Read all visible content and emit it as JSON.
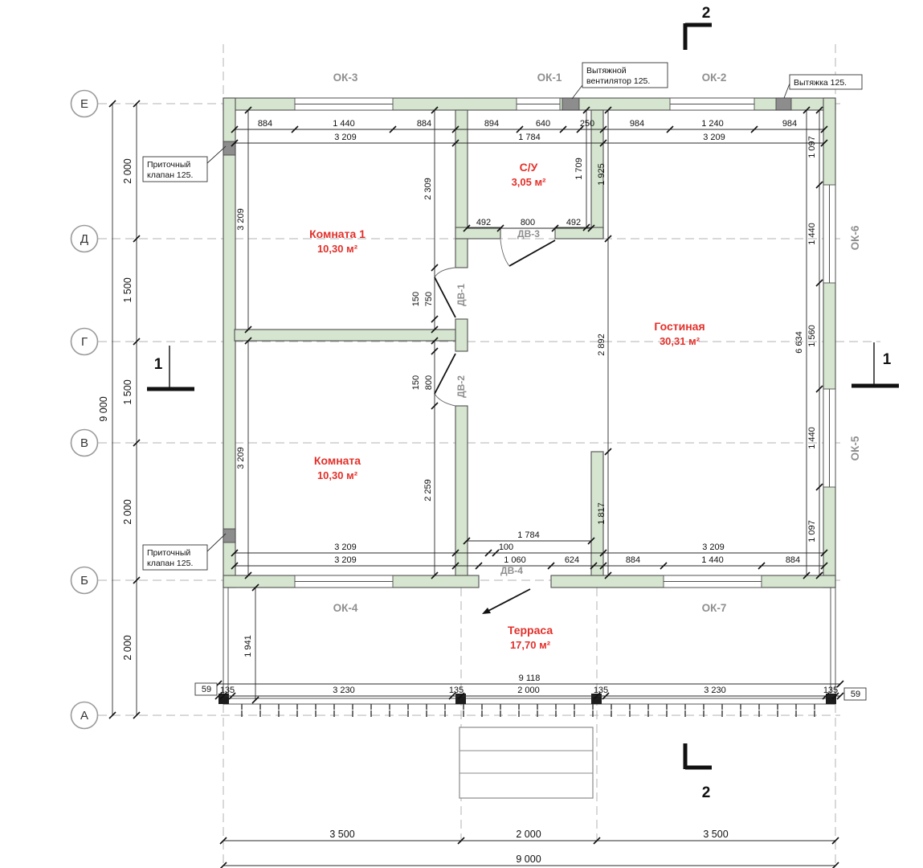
{
  "drawing": {
    "axis_rows": [
      "Е",
      "Д",
      "Г",
      "В",
      "Б",
      "А"
    ],
    "section_marks": {
      "vertical": "2",
      "horizontal": "1"
    },
    "rooms": [
      {
        "name": "Комната 1",
        "area": "10,30 м²"
      },
      {
        "name": "С/У",
        "area": "3,05 м²"
      },
      {
        "name": "Гостиная",
        "area": "30,31 м²"
      },
      {
        "name": "Комната",
        "area": "10,30 м²"
      },
      {
        "name": "Терраса",
        "area": "17,70 м²"
      }
    ],
    "windows": {
      "ok1": "ОК-1",
      "ok2": "ОК-2",
      "ok3": "ОК-3",
      "ok4": "ОК-4",
      "ok5": "ОК-5",
      "ok6": "ОК-6",
      "ok7": "ОК-7"
    },
    "doors": {
      "dv1": "ДВ-1",
      "dv2": "ДВ-2",
      "dv3": "ДВ-3",
      "dv4": "ДВ-4"
    },
    "annotations": {
      "exhaust_fan": [
        "Вытяжной",
        "вентилятор 125."
      ],
      "exhaust": "Вытяжка 125.",
      "inlet_valve": [
        "Приточный",
        "клапан 125."
      ]
    },
    "dims": {
      "top_row1": [
        "884",
        "1 440",
        "884",
        "894",
        "640",
        "250",
        "984",
        "1 240",
        "984"
      ],
      "top_row2": [
        "3 209",
        "1 784",
        "3 209"
      ],
      "bath": [
        "492",
        "800",
        "492"
      ],
      "left_axis": [
        "2 000",
        "1 500",
        "1 500",
        "2 000",
        "2 000"
      ],
      "left_total": "9 000",
      "left_inner": [
        "3 209",
        "3 209"
      ],
      "mid_upper": [
        "2 309",
        "150",
        "750"
      ],
      "mid_lower": [
        "150",
        "800",
        "2 259"
      ],
      "bath_v": [
        "1 709",
        "1 925"
      ],
      "living_v": [
        "2 892",
        "1 817"
      ],
      "right_inner": [
        "1 097",
        "1 440",
        "1 560",
        "1 440",
        "1 097"
      ],
      "right_total": "6 634",
      "bottom_rowA": "1 784",
      "bottom_rowB": [
        "3 209",
        "100",
        "3 209"
      ],
      "bottom_rowC": [
        "3 209",
        "1 060",
        "624",
        "884",
        "1 440",
        "884"
      ],
      "terrace_depth": "1 941",
      "plinth_total": "9 118",
      "plinth_chain": [
        "59",
        "135",
        "3 230",
        "135",
        "2 000",
        "135",
        "3 230",
        "135",
        "59"
      ],
      "bottom_spans": [
        "3 500",
        "2 000",
        "3 500"
      ],
      "bottom_total": "9 000"
    }
  }
}
